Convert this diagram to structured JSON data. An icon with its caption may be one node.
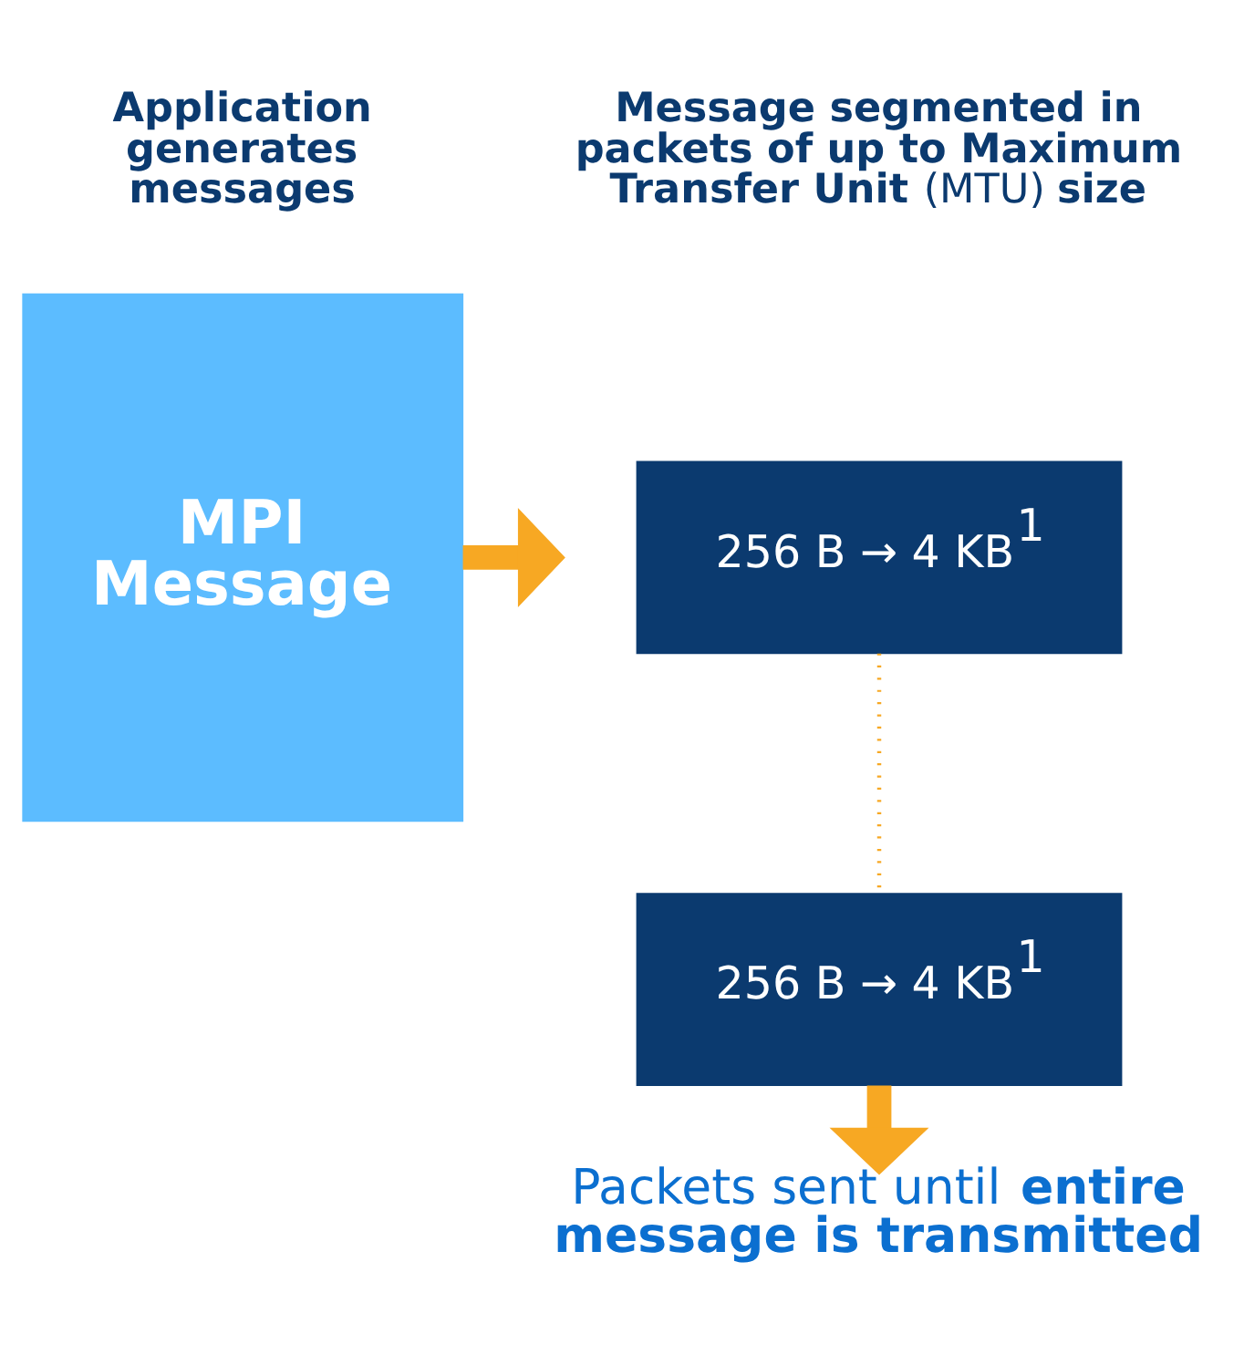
{
  "diagram": {
    "nodes": [
      {
        "text": [
          "MPI Message"
        ]
      },
      {
        "text": [
          "256 B → 4 KB$^{1}$"
        ]
      },
      {
        "text": [
          "256 B → 4 KB$^{1}$"
        ]
      },
      {
        "text": [
          "Packets sent until **entire message is transmitted**"
        ]
      }
    ],
    "edges": [
      {
        "from": 0,
        "to": null,
        "arrow": "to"
      },
      {
        "from": 1,
        "to": 2,
        "arrow": "none",
        "style": "dashed"
      },
      {
        "from": 2,
        "to": 3,
        "arrow": "to"
      }
    ],
    "labels": [
      "Application generates messages",
      "**Message segmented in packets of up to Maximum Transfer Unit** (MTU) **size**"
    ]
  }
}
